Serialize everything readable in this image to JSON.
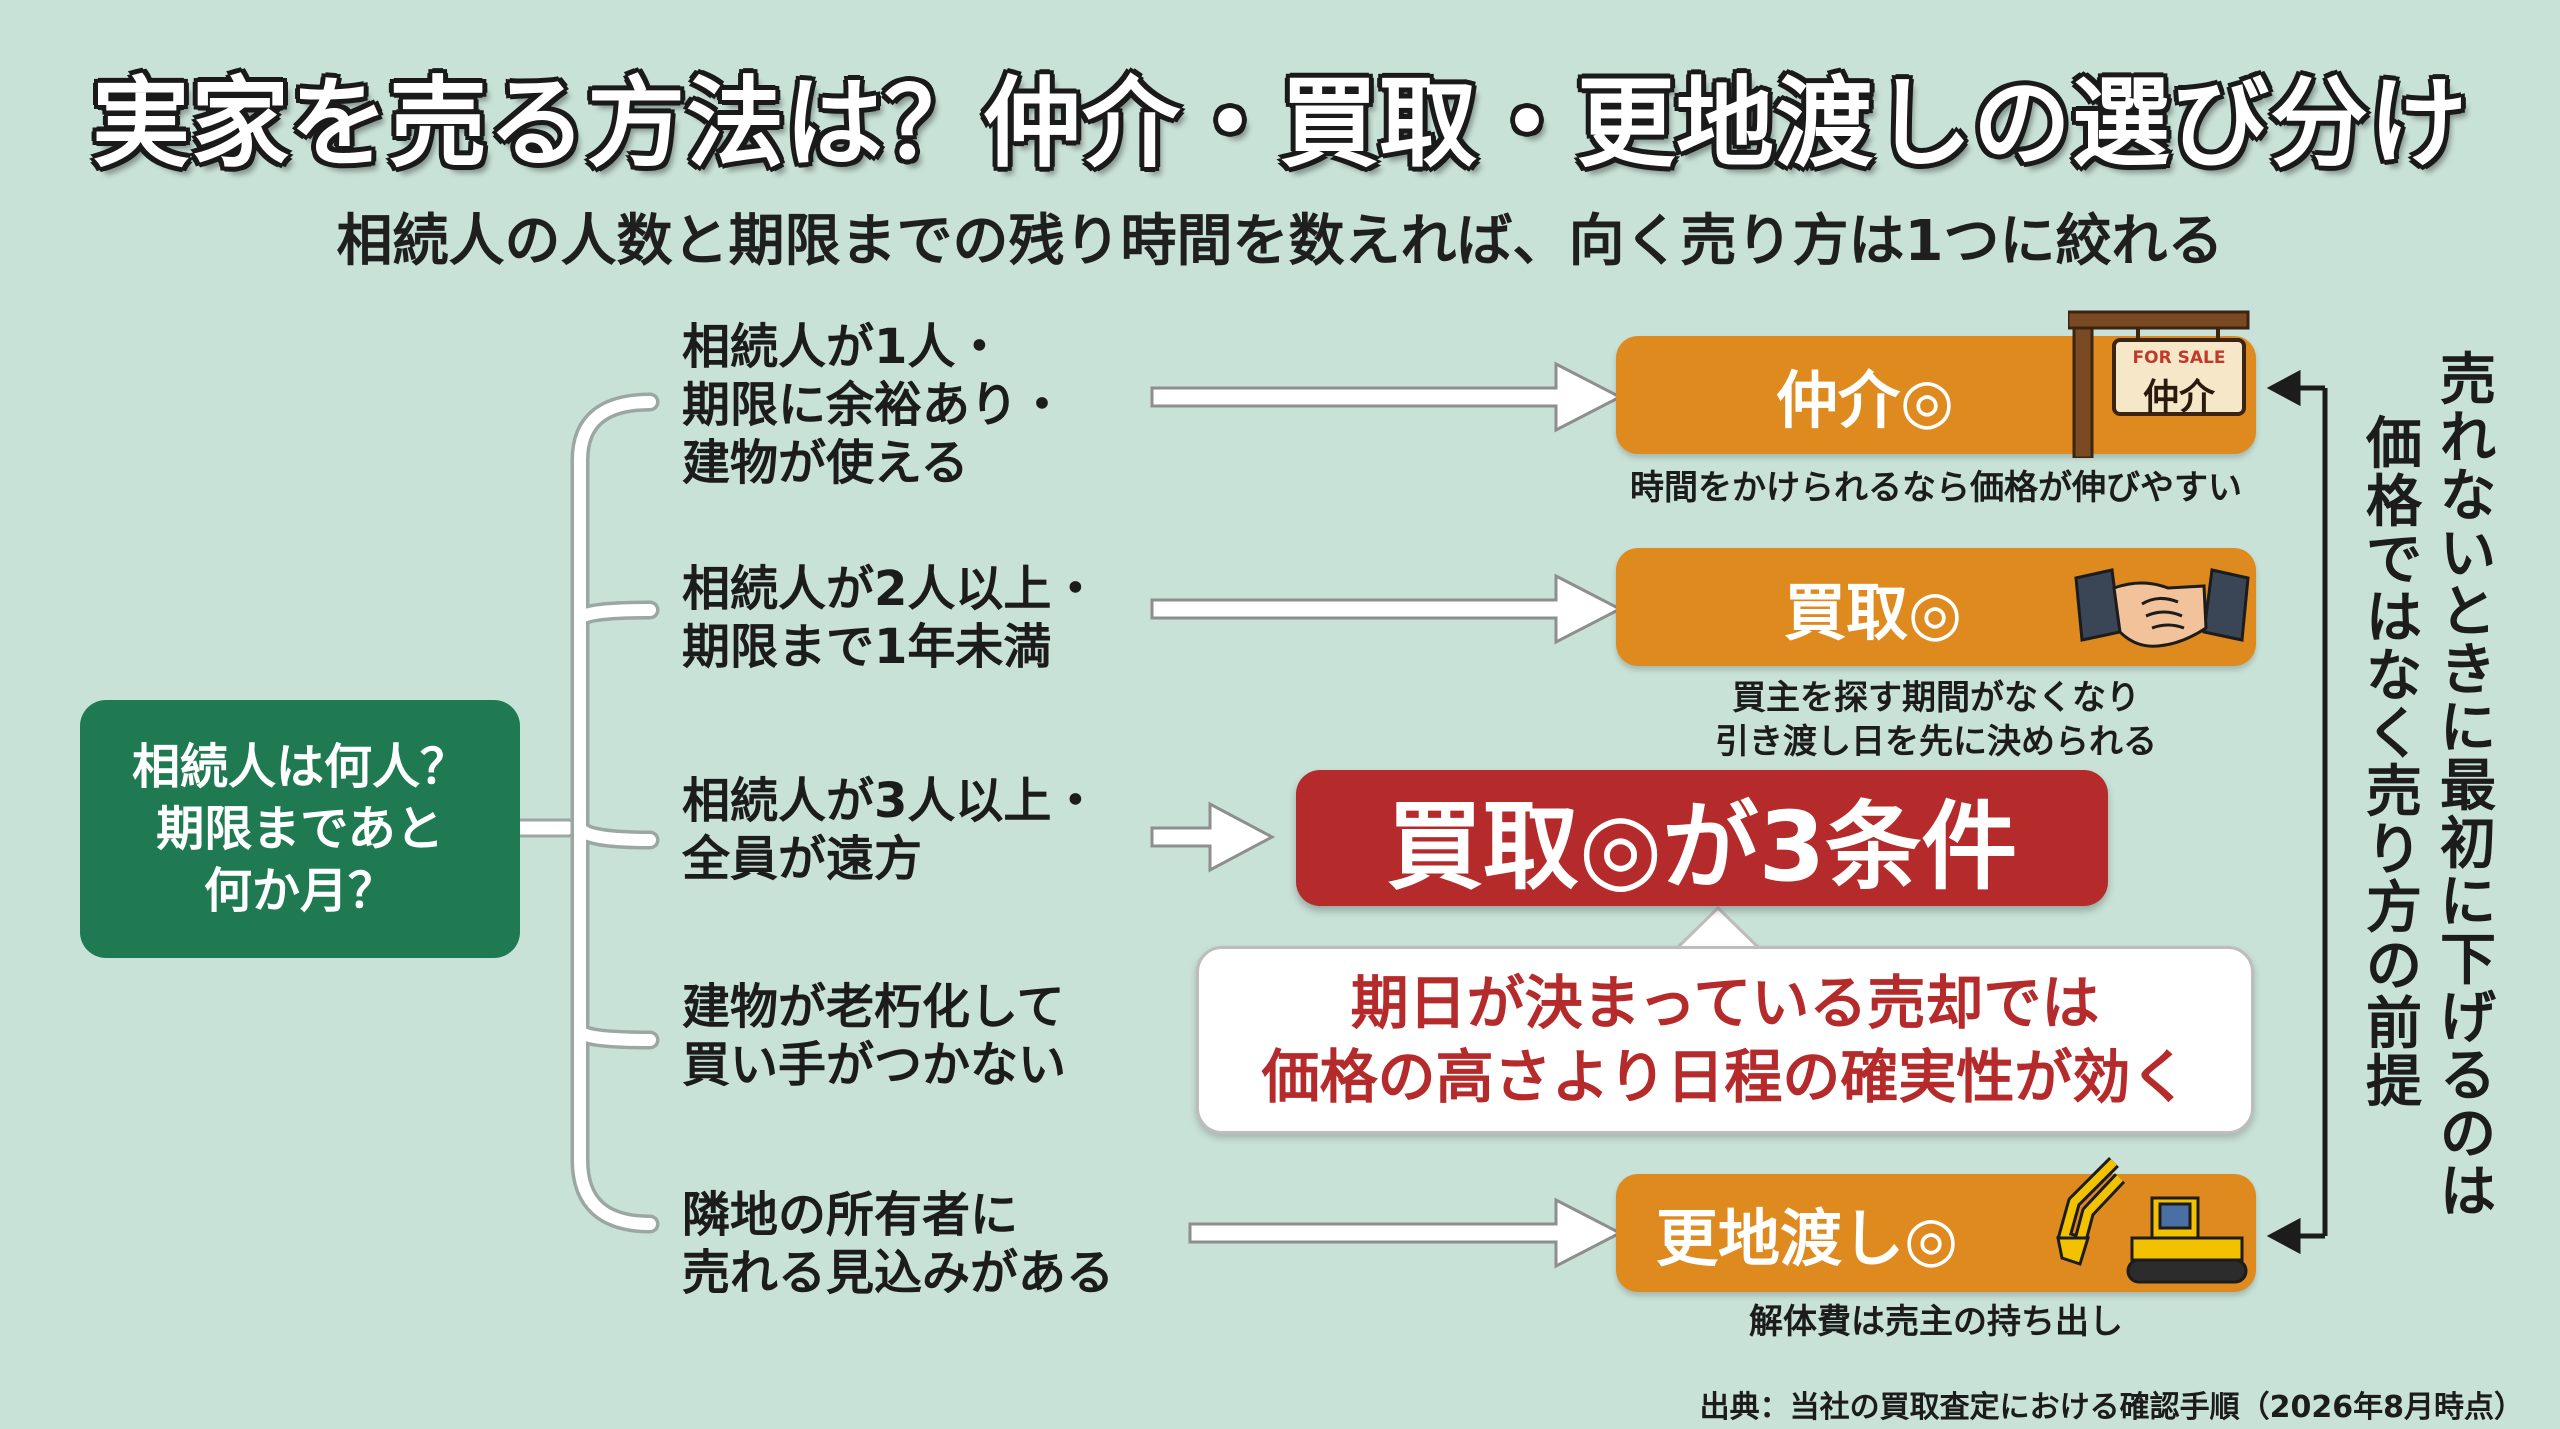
{
  "title": "実家を売る方法は？仲介・買取・更地渡しの選び分け",
  "subtitle": "相続人の人数と期限までの残り時間を数えれば、向く売り方は1つに絞れる",
  "root": {
    "lines": [
      "相続人は何人？",
      "期限まであと",
      "何か月？"
    ]
  },
  "conditions": [
    {
      "lines": [
        "相続人が1人・",
        "期限に余裕あり・",
        "建物が使える"
      ]
    },
    {
      "lines": [
        "相続人が2人以上・",
        "期限まで1年未満"
      ]
    },
    {
      "lines": [
        "相続人が3人以上・",
        "全員が遠方"
      ]
    },
    {
      "lines": [
        "建物が老朽化して",
        "買い手がつかない"
      ]
    },
    {
      "lines": [
        "隣地の所有者に",
        "売れる見込みがある"
      ]
    }
  ],
  "results": [
    {
      "label": "仲介◎",
      "note_lines": [
        "時間をかけられるなら価格が伸びやすい"
      ],
      "sign_top": "FOR SALE",
      "sign_main": "仲介"
    },
    {
      "label": "買取◎",
      "note_lines": [
        "買主を探す期間がなくなり",
        "引き渡し日を先に決められる"
      ]
    },
    {
      "label": "更地渡し◎",
      "note_lines": [
        "解体費は売主の持ち出し"
      ]
    }
  ],
  "key": {
    "label": "買取◎が3条件",
    "callout_lines": [
      "期日が決まっている売却では",
      "価格の高さより日程の確実性が効く"
    ]
  },
  "side_note": {
    "col1": "売れないときに最初に下げるのは",
    "col2": "価格ではなく売り方の前提"
  },
  "source": "出典：当社の買取査定における確認手順（2026年8月時点）",
  "colors": {
    "background": "#c9e2d8",
    "root_green": "#1f7a52",
    "result_orange": "#df8a1f",
    "key_red": "#b52a2a"
  }
}
